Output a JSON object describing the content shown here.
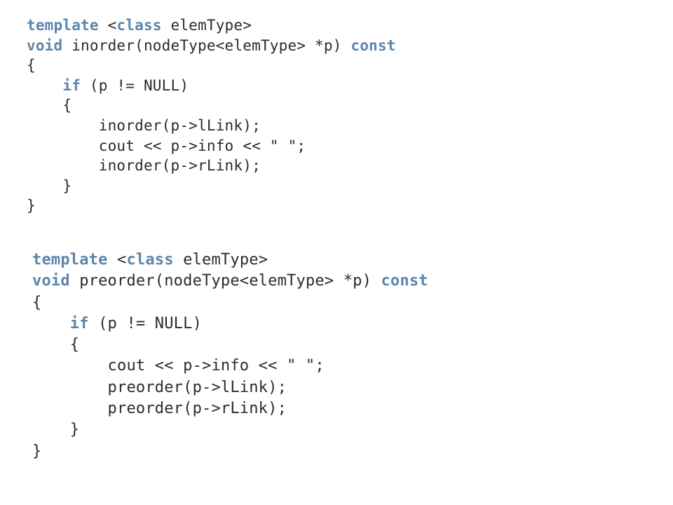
{
  "colors": {
    "text": "#2b2b2b",
    "keyword": "#5b86ad",
    "background": "#ffffff"
  },
  "blocks": [
    {
      "lines": [
        [
          {
            "t": "template",
            "k": true
          },
          {
            "t": " "
          },
          {
            "t": "<"
          },
          {
            "t": "class",
            "k": true
          },
          {
            "t": " elemType>"
          }
        ],
        [
          {
            "t": "void",
            "k": true
          },
          {
            "t": " inorder(nodeType<elemType> *p) "
          },
          {
            "t": "const",
            "k": true
          }
        ],
        [
          {
            "t": "{"
          }
        ],
        [
          {
            "t": "    "
          },
          {
            "t": "if",
            "k": true
          },
          {
            "t": " (p != NULL)"
          }
        ],
        [
          {
            "t": "    {"
          }
        ],
        [
          {
            "t": "        inorder(p->lLink);"
          }
        ],
        [
          {
            "t": "        cout << p->info << \" \";"
          }
        ],
        [
          {
            "t": "        inorder(p->rLink);"
          }
        ],
        [
          {
            "t": "    }"
          }
        ],
        [
          {
            "t": "}"
          }
        ]
      ]
    },
    {
      "lines": [
        [
          {
            "t": "template",
            "k": true
          },
          {
            "t": " "
          },
          {
            "t": "<"
          },
          {
            "t": "class",
            "k": true
          },
          {
            "t": " elemType>"
          }
        ],
        [
          {
            "t": "void",
            "k": true
          },
          {
            "t": " preorder(nodeType<elemType> *p) "
          },
          {
            "t": "const",
            "k": true
          }
        ],
        [
          {
            "t": "{"
          }
        ],
        [
          {
            "t": "    "
          },
          {
            "t": "if",
            "k": true
          },
          {
            "t": " (p != NULL)"
          }
        ],
        [
          {
            "t": "    {"
          }
        ],
        [
          {
            "t": "        cout << p->info << \" \";"
          }
        ],
        [
          {
            "t": "        preorder(p->lLink);"
          }
        ],
        [
          {
            "t": "        preorder(p->rLink);"
          }
        ],
        [
          {
            "t": "    }"
          }
        ],
        [
          {
            "t": "}"
          }
        ]
      ]
    }
  ]
}
